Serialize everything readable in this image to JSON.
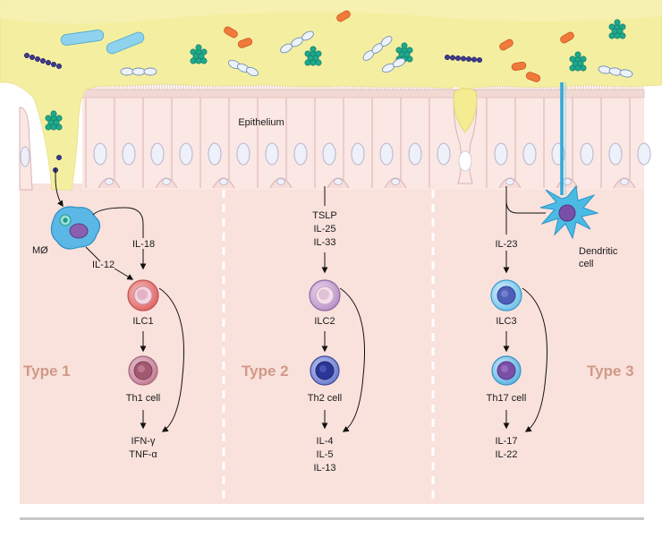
{
  "epithelium_label": "Epithelium",
  "macrophage_label": "MØ",
  "dendritic_label": "Dendritic",
  "dendritic_label_2": "cell",
  "panels": [
    {
      "type_label": "Type 1",
      "upper_cytokines": [
        "IL-18"
      ],
      "side_cytokine": "IL-12",
      "ilc": "ILC1",
      "th": "Th1 cell",
      "outputs": [
        "IFN-γ",
        "TNF-α"
      ]
    },
    {
      "type_label": "Type 2",
      "upper_cytokines": [
        "TSLP",
        "IL-25",
        "IL-33"
      ],
      "ilc": "ILC2",
      "th": "Th2 cell",
      "outputs": [
        "IL-4",
        "IL-5",
        "IL-13"
      ]
    },
    {
      "type_label": "Type 3",
      "upper_cytokines": [
        "IL-23"
      ],
      "ilc": "ILC3",
      "th": "Th17 cell",
      "outputs": [
        "IL-17",
        "IL-22"
      ]
    }
  ],
  "colors": {
    "mucus": "#f4efa0",
    "tissue": "#f9e1dc",
    "ilc1": "#e87474",
    "th1": "#c9879a",
    "ilc2": "#c7a3cf",
    "th2": "#4b54a8",
    "ilc3": "#7ec6ea",
    "th17": "#5db3e3",
    "dendritic": "#45b8e0",
    "type_label": "#cf9a86"
  }
}
